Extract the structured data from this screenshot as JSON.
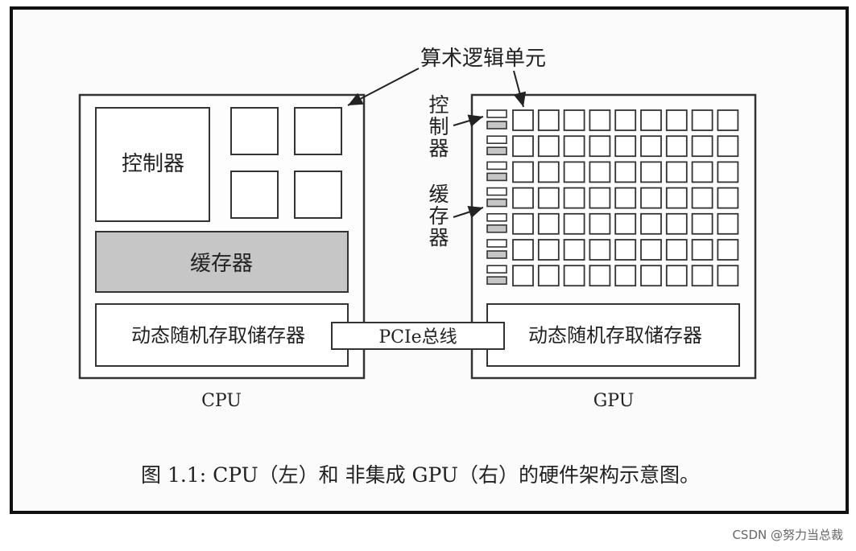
{
  "labels": {
    "alu": "算术逻辑单元",
    "control_v": [
      "控",
      "制",
      "器"
    ],
    "cache_v": [
      "缓",
      "存",
      "器"
    ],
    "cpu_controller": "控制器",
    "cpu_cache": "缓存器",
    "cpu_dram": "动态随机存取储存器",
    "gpu_dram": "动态随机存取储存器",
    "pcie": "PCIe总线",
    "cpu": "CPU",
    "gpu": "GPU"
  },
  "caption": "图 1.1: CPU（左）和 非集成 GPU（右）的硬件架构示意图。",
  "watermark": "CSDN @努力当总裁",
  "colors": {
    "cache_fill": "#c6c6c6",
    "stroke": "#333333",
    "frame": "#111111"
  },
  "gpu_grid": {
    "rows": 7,
    "alu_columns": 9
  }
}
